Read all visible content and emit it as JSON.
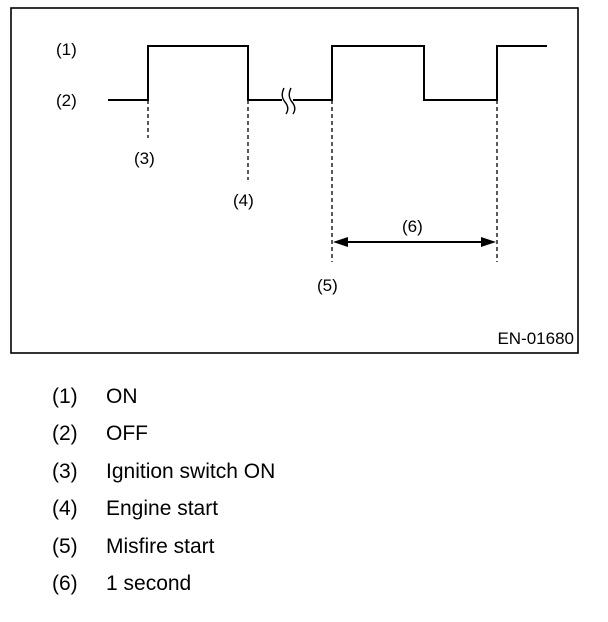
{
  "figure": {
    "code": "EN-01680",
    "level_labels": {
      "high": "(1)",
      "low": "(2)"
    },
    "markers": {
      "ignition": "(3)",
      "engine_start": "(4)",
      "misfire_start": "(5)",
      "interval": "(6)"
    }
  },
  "legend": [
    {
      "num": "(1)",
      "text": "ON"
    },
    {
      "num": "(2)",
      "text": "OFF"
    },
    {
      "num": "(3)",
      "text": "Ignition switch ON"
    },
    {
      "num": "(4)",
      "text": "Engine start"
    },
    {
      "num": "(5)",
      "text": "Misfire start"
    },
    {
      "num": "(6)",
      "text": "1 second"
    }
  ]
}
